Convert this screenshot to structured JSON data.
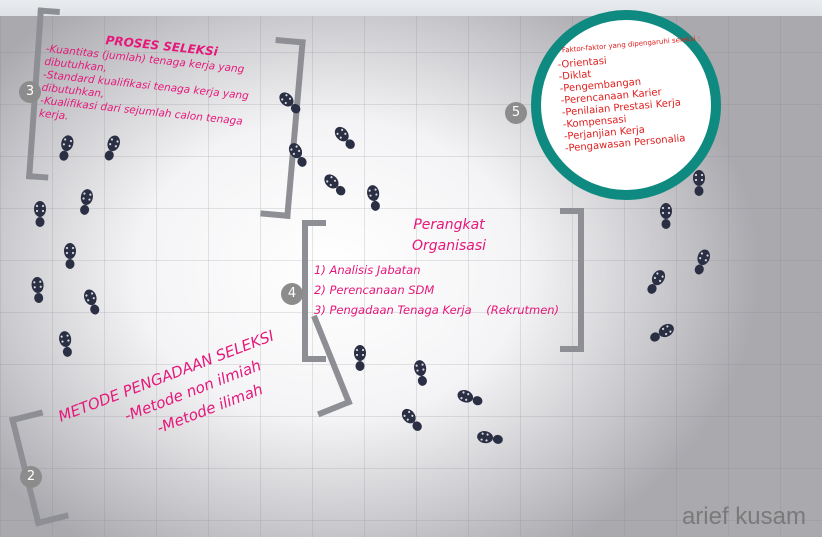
{
  "colors": {
    "accent": "#e6177a",
    "teal": "#0f8a80",
    "bracket": "#8e8e95",
    "item_red": "#e02020"
  },
  "markers": {
    "m2": "2",
    "m3": "3",
    "m4": "4",
    "m5": "5"
  },
  "proses_seleksi": {
    "title": "PROSES SELEKSi",
    "lines": [
      "-Kuantitas (jumlah) tenaga kerja yang",
      "dibutuhkan,",
      "-Standard kualifikasi tenaga kerja yang",
      "dibutuhkan,",
      "-Kualifikasi dari sejumlah calon tenaga",
      "kerja."
    ]
  },
  "perangkat": {
    "title_line1": "Perangkat",
    "title_line2": "Organisasi",
    "items": [
      "1) Analisis Jabatan",
      "2) Perencanaan SDM",
      "3) Pengadaan Tenaga Kerja    (Rekrutmen)"
    ]
  },
  "metode": {
    "title": "METODE PENGADAAN SELEKSI",
    "items": [
      "-Metode non ilmiah",
      "-Metode ilimah"
    ]
  },
  "faktor": {
    "title": "Faktor-faktor yang dipengaruhi seleksi :",
    "items": [
      "-Orientasi",
      "-Diklat",
      "-Pengembangan",
      "-Perencanaan Karier",
      "-Penilaian Prestasi Kerja",
      "-Kompensasi",
      "-Perjanjian Kerja",
      "-Pengawasan Personalia"
    ]
  },
  "watermark": "arief kusam",
  "icons": {
    "footprint": "footprint-icon"
  }
}
